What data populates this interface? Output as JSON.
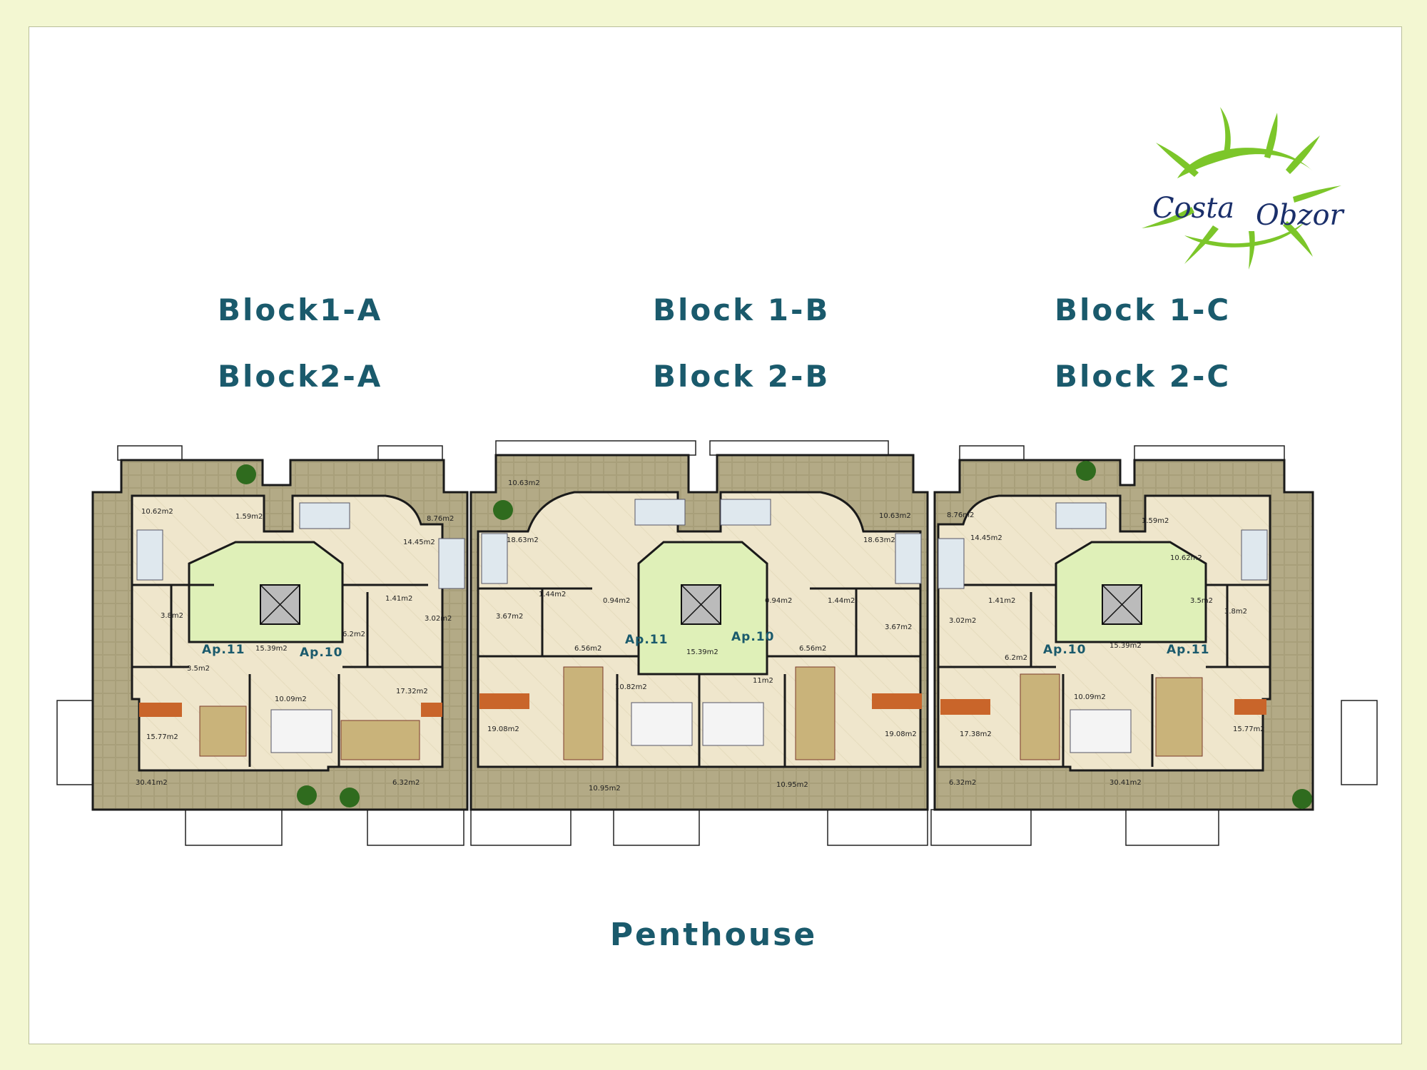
{
  "headings": {
    "col_a": {
      "line1": "Block1-A",
      "line2": "Block2-A"
    },
    "col_b": {
      "line1": "Block 1-B",
      "line2": "Block 2-B"
    },
    "col_c": {
      "line1": "Block 1-C",
      "line2": "Block 2-C"
    }
  },
  "footer": {
    "title": "Penthouse"
  },
  "logo": {
    "word1": "Costa",
    "word2": "Obzor",
    "colors": {
      "sun": "#7cc62a",
      "text": "#1a2f6a"
    }
  },
  "colors": {
    "background": "#f3f7d2",
    "heading": "#1a5a6c",
    "terrace": "#a89f7a",
    "floor": "#efe6cc",
    "stair": "#dff0b8"
  },
  "units": {
    "a": {
      "apartments": [
        "Ap.11",
        "Ap.10"
      ],
      "rooms": [
        "10.62m2",
        "1.59m2",
        "8.76m2",
        "14.45m2",
        "1.41m2",
        "3.02m2",
        "3.8m2",
        "6.2m2",
        "15.39m2",
        "3.5m2",
        "10.09m2",
        "17.32m2",
        "15.77m2",
        "30.41m2",
        "6.32m2"
      ]
    },
    "b": {
      "apartments": [
        "Ap.11",
        "Ap.10"
      ],
      "rooms": [
        "10.63m2",
        "18.63m2",
        "1.44m2",
        "0.94m2",
        "3.67m2",
        "6.56m2",
        "15.39m2",
        "10.82m2",
        "11m2",
        "19.08m2",
        "10.95m2",
        "10.63m2",
        "18.63m2",
        "0.94m2",
        "1.44m2",
        "3.67m2",
        "6.56m2",
        "19.08m2",
        "10.95m2"
      ]
    },
    "c": {
      "apartments": [
        "Ap.10",
        "Ap.11"
      ],
      "rooms": [
        "8.76m2",
        "14.45m2",
        "1.59m2",
        "10.62m2",
        "1.41m2",
        "3.02m2",
        "3.5m2",
        "3.8m2",
        "6.2m2",
        "15.39m2",
        "10.09m2",
        "17.38m2",
        "15.77m2",
        "6.32m2",
        "30.41m2"
      ]
    }
  }
}
